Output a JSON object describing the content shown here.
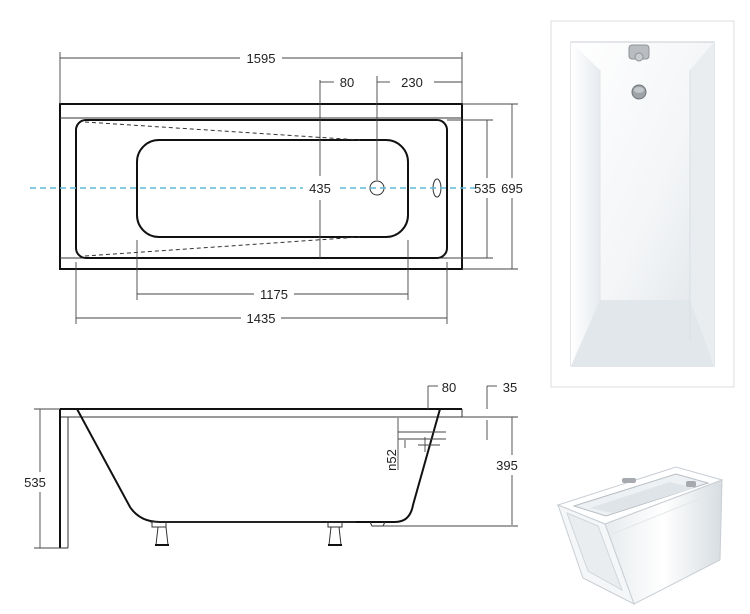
{
  "dimensions": {
    "top_overall_length": "1595",
    "top_offset_80": "80",
    "top_offset_230": "230",
    "inner_width_435": "435",
    "inner_width_535": "535",
    "overall_width_695": "695",
    "bottom_length_1175": "1175",
    "inner_length_1435": "1435",
    "side_80": "80",
    "side_35": "35",
    "side_n52": "n52",
    "side_395": "395",
    "side_535": "535"
  },
  "colors": {
    "axis_line": "#5fb7d9",
    "drawing": "#222222",
    "tub_shadow": "#d9dee2",
    "tub_shadow_dark": "#b9c0c6",
    "chrome": "#a7aaae"
  }
}
